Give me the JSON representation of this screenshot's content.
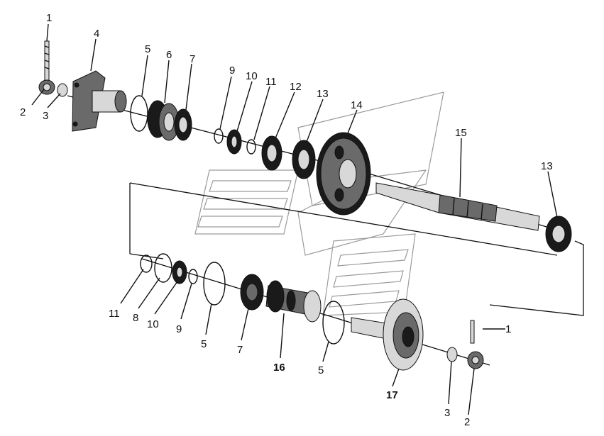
{
  "labels": {
    "l1a": "1",
    "l2a": "2",
    "l3a": "3",
    "l4": "4",
    "l5a": "5",
    "l6": "6",
    "l7a": "7",
    "l9a": "9",
    "l10a": "10",
    "l11a": "11",
    "l12": "12",
    "l13a": "13",
    "l14": "14",
    "l15": "15",
    "l13b": "13",
    "l11b": "11",
    "l8": "8",
    "l10b": "10",
    "l9b": "9",
    "l5b": "5",
    "l7b": "7",
    "l16": "16",
    "l5c": "5",
    "l17": "17",
    "l1b": "1",
    "l3b": "3",
    "l2b": "2"
  }
}
